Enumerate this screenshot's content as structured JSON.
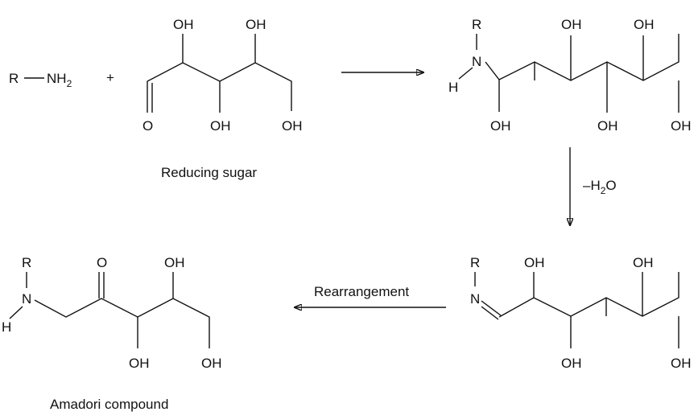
{
  "captions": {
    "reducing_sugar": "Reducing sugar",
    "amadori": "Amadori compound"
  },
  "conditions": {
    "dehydration_prefix": "–H",
    "dehydration_sub": "2",
    "dehydration_suffix": "O",
    "rearrangement": "Rearrangement"
  },
  "amine": {
    "r": "R",
    "nh": "NH",
    "sub": "2"
  },
  "plus": "+",
  "atoms": {
    "oh": "OH",
    "o": "O",
    "n": "N",
    "h": "H",
    "r": "R"
  }
}
